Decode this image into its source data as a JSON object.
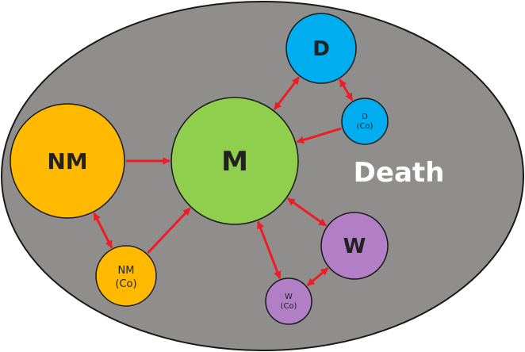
{
  "diagram": {
    "region_label": "Death",
    "colors": {
      "background_ellipse": "#8f8e8d",
      "ellipse_stroke": "#1a1a1a",
      "arrow": "#ee1c25",
      "node_stroke": "#1a1a1a",
      "label_dark": "#222222",
      "label_light": "#ffffff"
    },
    "nodes": {
      "nm": {
        "label": "NM",
        "color": "#ffba00"
      },
      "m": {
        "label": "M",
        "color": "#8fcf4d"
      },
      "d": {
        "label": "D",
        "color": "#00adee"
      },
      "dco": {
        "line1": "D",
        "line2": "(Co)",
        "color": "#00adee"
      },
      "nmco": {
        "line1": "NM",
        "line2": "(Co)",
        "color": "#ffba00"
      },
      "w": {
        "label": "W",
        "color": "#b27fc6"
      },
      "wco": {
        "line1": "W",
        "line2": "(Co)",
        "color": "#b27fc6"
      }
    },
    "edges": [
      {
        "from": "nm",
        "to": "m",
        "bidirectional": false
      },
      {
        "from": "nmco",
        "to": "m",
        "bidirectional": false
      },
      {
        "from": "nm",
        "to": "nmco",
        "bidirectional": true
      },
      {
        "from": "dco",
        "to": "m",
        "bidirectional": false
      },
      {
        "from": "d",
        "to": "m",
        "bidirectional": true
      },
      {
        "from": "d",
        "to": "dco",
        "bidirectional": true
      },
      {
        "from": "w",
        "to": "m",
        "bidirectional": true
      },
      {
        "from": "wco",
        "to": "m",
        "bidirectional": true
      },
      {
        "from": "w",
        "to": "wco",
        "bidirectional": true
      }
    ]
  }
}
